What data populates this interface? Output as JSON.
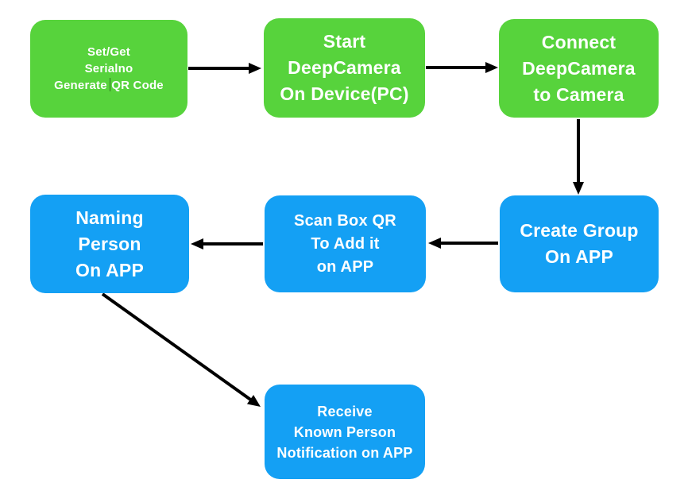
{
  "diagram": {
    "title": "DeepCamera setup flowchart",
    "colors": {
      "node_green": "#57D33C",
      "node_blue": "#14A0F4",
      "arrow": "#000000",
      "text": "#FFFFFF"
    },
    "nodes": [
      {
        "id": "set-get-serialno",
        "color": "green",
        "lines": [
          "Set/Get",
          "Serialno",
          "Generate QR Code"
        ],
        "line3a": "Generate",
        "line3b": "QR Code"
      },
      {
        "id": "start-deepcamera",
        "color": "green",
        "lines": [
          "Start",
          "DeepCamera",
          "On Device(PC)"
        ]
      },
      {
        "id": "connect-deepcamera",
        "color": "green",
        "lines": [
          "Connect",
          "DeepCamera",
          "to Camera"
        ]
      },
      {
        "id": "create-group",
        "color": "blue",
        "lines": [
          "Create Group",
          "On APP"
        ]
      },
      {
        "id": "scan-box-qr",
        "color": "blue",
        "lines": [
          "Scan Box QR",
          "To Add it",
          "on APP"
        ]
      },
      {
        "id": "naming-person",
        "color": "blue",
        "lines": [
          "Naming",
          "Person",
          "On APP"
        ]
      },
      {
        "id": "receive-notification",
        "color": "blue",
        "lines": [
          "Receive",
          "Known Person",
          "Notification on APP"
        ]
      }
    ],
    "edges": [
      {
        "from": "set-get-serialno",
        "to": "start-deepcamera"
      },
      {
        "from": "start-deepcamera",
        "to": "connect-deepcamera"
      },
      {
        "from": "connect-deepcamera",
        "to": "create-group"
      },
      {
        "from": "create-group",
        "to": "scan-box-qr"
      },
      {
        "from": "scan-box-qr",
        "to": "naming-person"
      },
      {
        "from": "naming-person",
        "to": "receive-notification"
      }
    ]
  }
}
